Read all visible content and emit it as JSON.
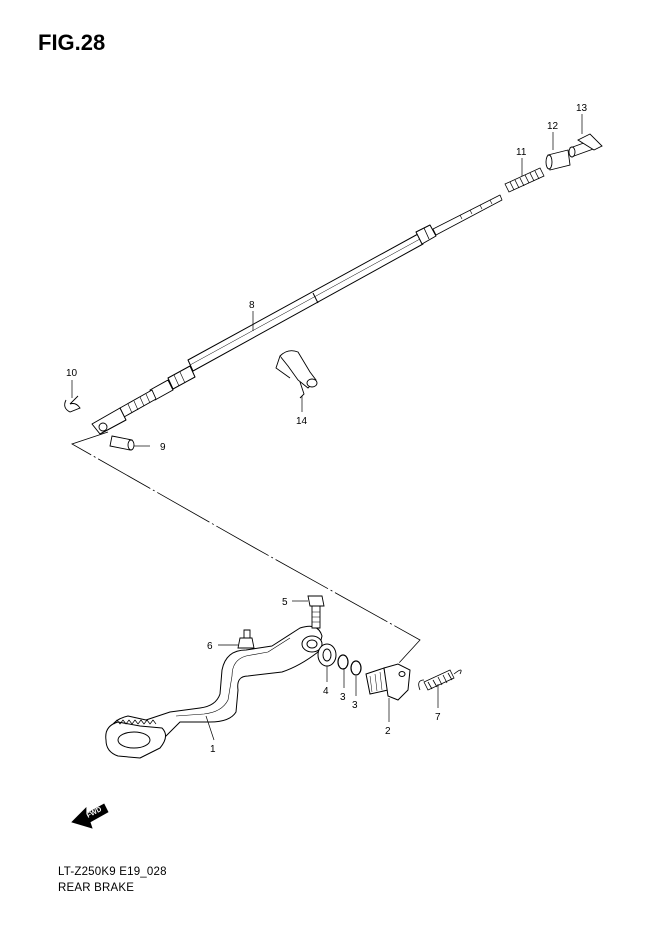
{
  "figure": {
    "title": "FIG.28",
    "model_code": "LT-Z250K9 E19_028",
    "section_name": "REAR BRAKE"
  },
  "forward_arrow_label": "FWD",
  "callouts": {
    "c1": "1",
    "c2": "2",
    "c3a": "3",
    "c3b": "3",
    "c4": "4",
    "c5": "5",
    "c6": "6",
    "c7": "7",
    "c8": "8",
    "c9": "9",
    "c10": "10",
    "c11": "11",
    "c12": "12",
    "c13": "13",
    "c14": "14"
  }
}
